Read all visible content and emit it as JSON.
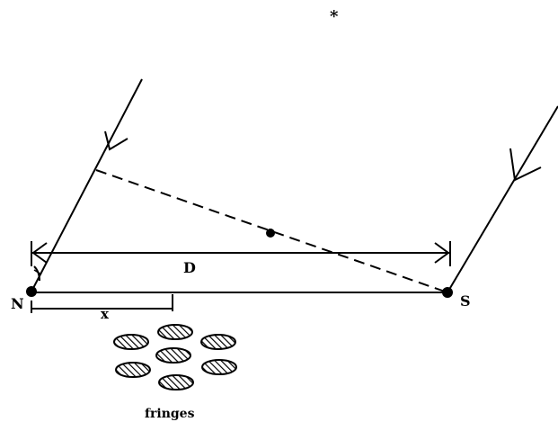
{
  "labels": {
    "star": "*",
    "distance": "D",
    "left_point": "N",
    "right_point": "S",
    "offset": "x",
    "fringes": "fringes"
  },
  "colors": {
    "ink": "#000000",
    "background": "#ffffff"
  }
}
